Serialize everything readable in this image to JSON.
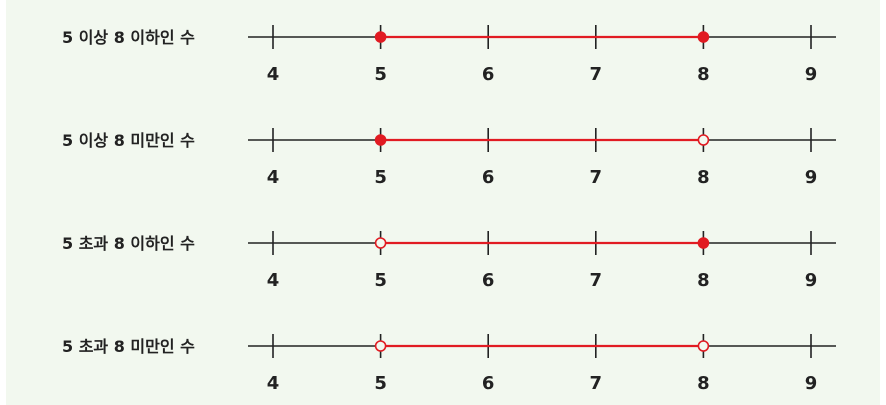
{
  "colors": {
    "background": "#f2f8ef",
    "axis": "#222222",
    "highlight": "#e11b22"
  },
  "ticks": [
    "4",
    "5",
    "6",
    "7",
    "8",
    "9"
  ],
  "rows": [
    {
      "label": "5 이상 8 이하인 수",
      "from": 5,
      "to": 8,
      "from_closed": true,
      "to_closed": true
    },
    {
      "label": "5 이상 8 미만인 수",
      "from": 5,
      "to": 8,
      "from_closed": true,
      "to_closed": false
    },
    {
      "label": "5 초과 8 이하인 수",
      "from": 5,
      "to": 8,
      "from_closed": false,
      "to_closed": true
    },
    {
      "label": "5 초과 8 미만인 수",
      "from": 5,
      "to": 8,
      "from_closed": false,
      "to_closed": false
    }
  ]
}
